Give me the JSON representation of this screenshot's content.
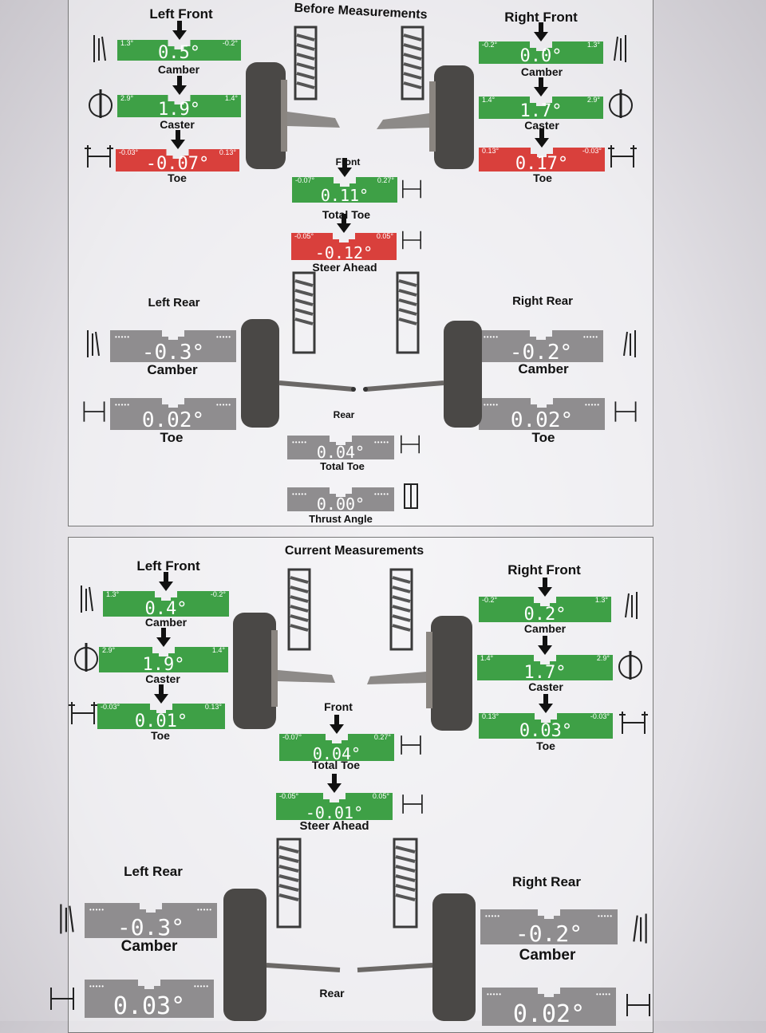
{
  "colors": {
    "green": "#3ea046",
    "red": "#d9403c",
    "gray": "#8f8d8f",
    "ink": "#111111"
  },
  "before": {
    "title": "Before Measurements",
    "left_front": {
      "heading": "Left Front",
      "camber": {
        "label": "Camber",
        "value": "0.5°",
        "min": "1.3°",
        "max": "-0.2°",
        "status": "green"
      },
      "caster": {
        "label": "Caster",
        "value": "1.9°",
        "min": "2.9°",
        "max": "1.4°",
        "status": "green"
      },
      "toe": {
        "label": "Toe",
        "value": "-0.07°",
        "min": "-0.03°",
        "max": "0.13°",
        "status": "red"
      }
    },
    "right_front": {
      "heading": "Right Front",
      "camber": {
        "label": "Camber",
        "value": "0.0°",
        "min": "-0.2°",
        "max": "1.3°",
        "status": "green"
      },
      "caster": {
        "label": "Caster",
        "value": "1.7°",
        "min": "1.4°",
        "max": "2.9°",
        "status": "green"
      },
      "toe": {
        "label": "Toe",
        "value": "0.17°",
        "min": "0.13°",
        "max": "-0.03°",
        "status": "red"
      }
    },
    "front": {
      "heading": "Front",
      "total_toe": {
        "label": "Total Toe",
        "value": "0.11°",
        "min": "-0.07°",
        "max": "0.27°",
        "status": "green"
      },
      "steer_ahead": {
        "label": "Steer Ahead",
        "value": "-0.12°",
        "min": "-0.05°",
        "max": "0.05°",
        "status": "red"
      }
    },
    "left_rear": {
      "heading": "Left Rear",
      "camber": {
        "label": "Camber",
        "value": "-0.3°",
        "status": "gray"
      },
      "toe": {
        "label": "Toe",
        "value": "0.02°",
        "status": "gray"
      }
    },
    "right_rear": {
      "heading": "Right Rear",
      "camber": {
        "label": "Camber",
        "value": "-0.2°",
        "status": "gray"
      },
      "toe": {
        "label": "Toe",
        "value": "0.02°",
        "status": "gray"
      }
    },
    "rear": {
      "heading": "Rear",
      "total_toe": {
        "label": "Total Toe",
        "value": "0.04°",
        "status": "gray"
      },
      "thrust_angle": {
        "label": "Thrust Angle",
        "value": "0.00°",
        "status": "gray"
      }
    }
  },
  "current": {
    "title": "Current Measurements",
    "left_front": {
      "heading": "Left Front",
      "camber": {
        "label": "Camber",
        "value": "0.4°",
        "min": "1.3°",
        "max": "-0.2°",
        "status": "green"
      },
      "caster": {
        "label": "Caster",
        "value": "1.9°",
        "min": "2.9°",
        "max": "1.4°",
        "status": "green"
      },
      "toe": {
        "label": "Toe",
        "value": "0.01°",
        "min": "-0.03°",
        "max": "0.13°",
        "status": "green"
      }
    },
    "right_front": {
      "heading": "Right Front",
      "camber": {
        "label": "Camber",
        "value": "0.2°",
        "min": "-0.2°",
        "max": "1.3°",
        "status": "green"
      },
      "caster": {
        "label": "Caster",
        "value": "1.7°",
        "min": "1.4°",
        "max": "2.9°",
        "status": "green"
      },
      "toe": {
        "label": "Toe",
        "value": "0.03°",
        "min": "0.13°",
        "max": "-0.03°",
        "status": "green"
      }
    },
    "front": {
      "heading": "Front",
      "total_toe": {
        "label": "Total Toe",
        "value": "0.04°",
        "min": "-0.07°",
        "max": "0.27°",
        "status": "green"
      },
      "steer_ahead": {
        "label": "Steer Ahead",
        "value": "-0.01°",
        "min": "-0.05°",
        "max": "0.05°",
        "status": "green"
      }
    },
    "left_rear": {
      "heading": "Left Rear",
      "camber": {
        "label": "Camber",
        "value": "-0.3°",
        "status": "gray"
      },
      "toe": {
        "value": "0.03°",
        "status": "gray"
      }
    },
    "right_rear": {
      "heading": "Right Rear",
      "camber": {
        "label": "Camber",
        "value": "-0.2°",
        "status": "gray"
      },
      "toe": {
        "value": "0.02°",
        "status": "gray"
      }
    },
    "rear": {
      "heading": "Rear"
    }
  }
}
